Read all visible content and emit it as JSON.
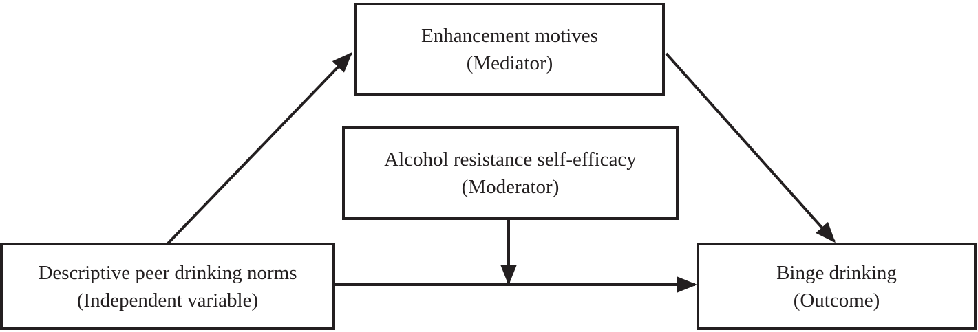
{
  "diagram": {
    "nodes": {
      "mediator": {
        "line1": "Enhancement motives",
        "line2": "(Mediator)"
      },
      "moderator": {
        "line1": "Alcohol resistance self-efficacy",
        "line2": "(Moderator)"
      },
      "independent": {
        "line1": "Descriptive peer drinking norms",
        "line2": "(Independent variable)"
      },
      "outcome": {
        "line1": "Binge drinking",
        "line2": "(Outcome)"
      }
    },
    "edges": [
      {
        "from": "independent",
        "to": "mediator"
      },
      {
        "from": "mediator",
        "to": "outcome"
      },
      {
        "from": "independent",
        "to": "outcome"
      },
      {
        "from": "moderator",
        "to": "independent-outcome-path"
      }
    ],
    "colors": {
      "stroke": "#231f20",
      "background": "#ffffff"
    }
  }
}
